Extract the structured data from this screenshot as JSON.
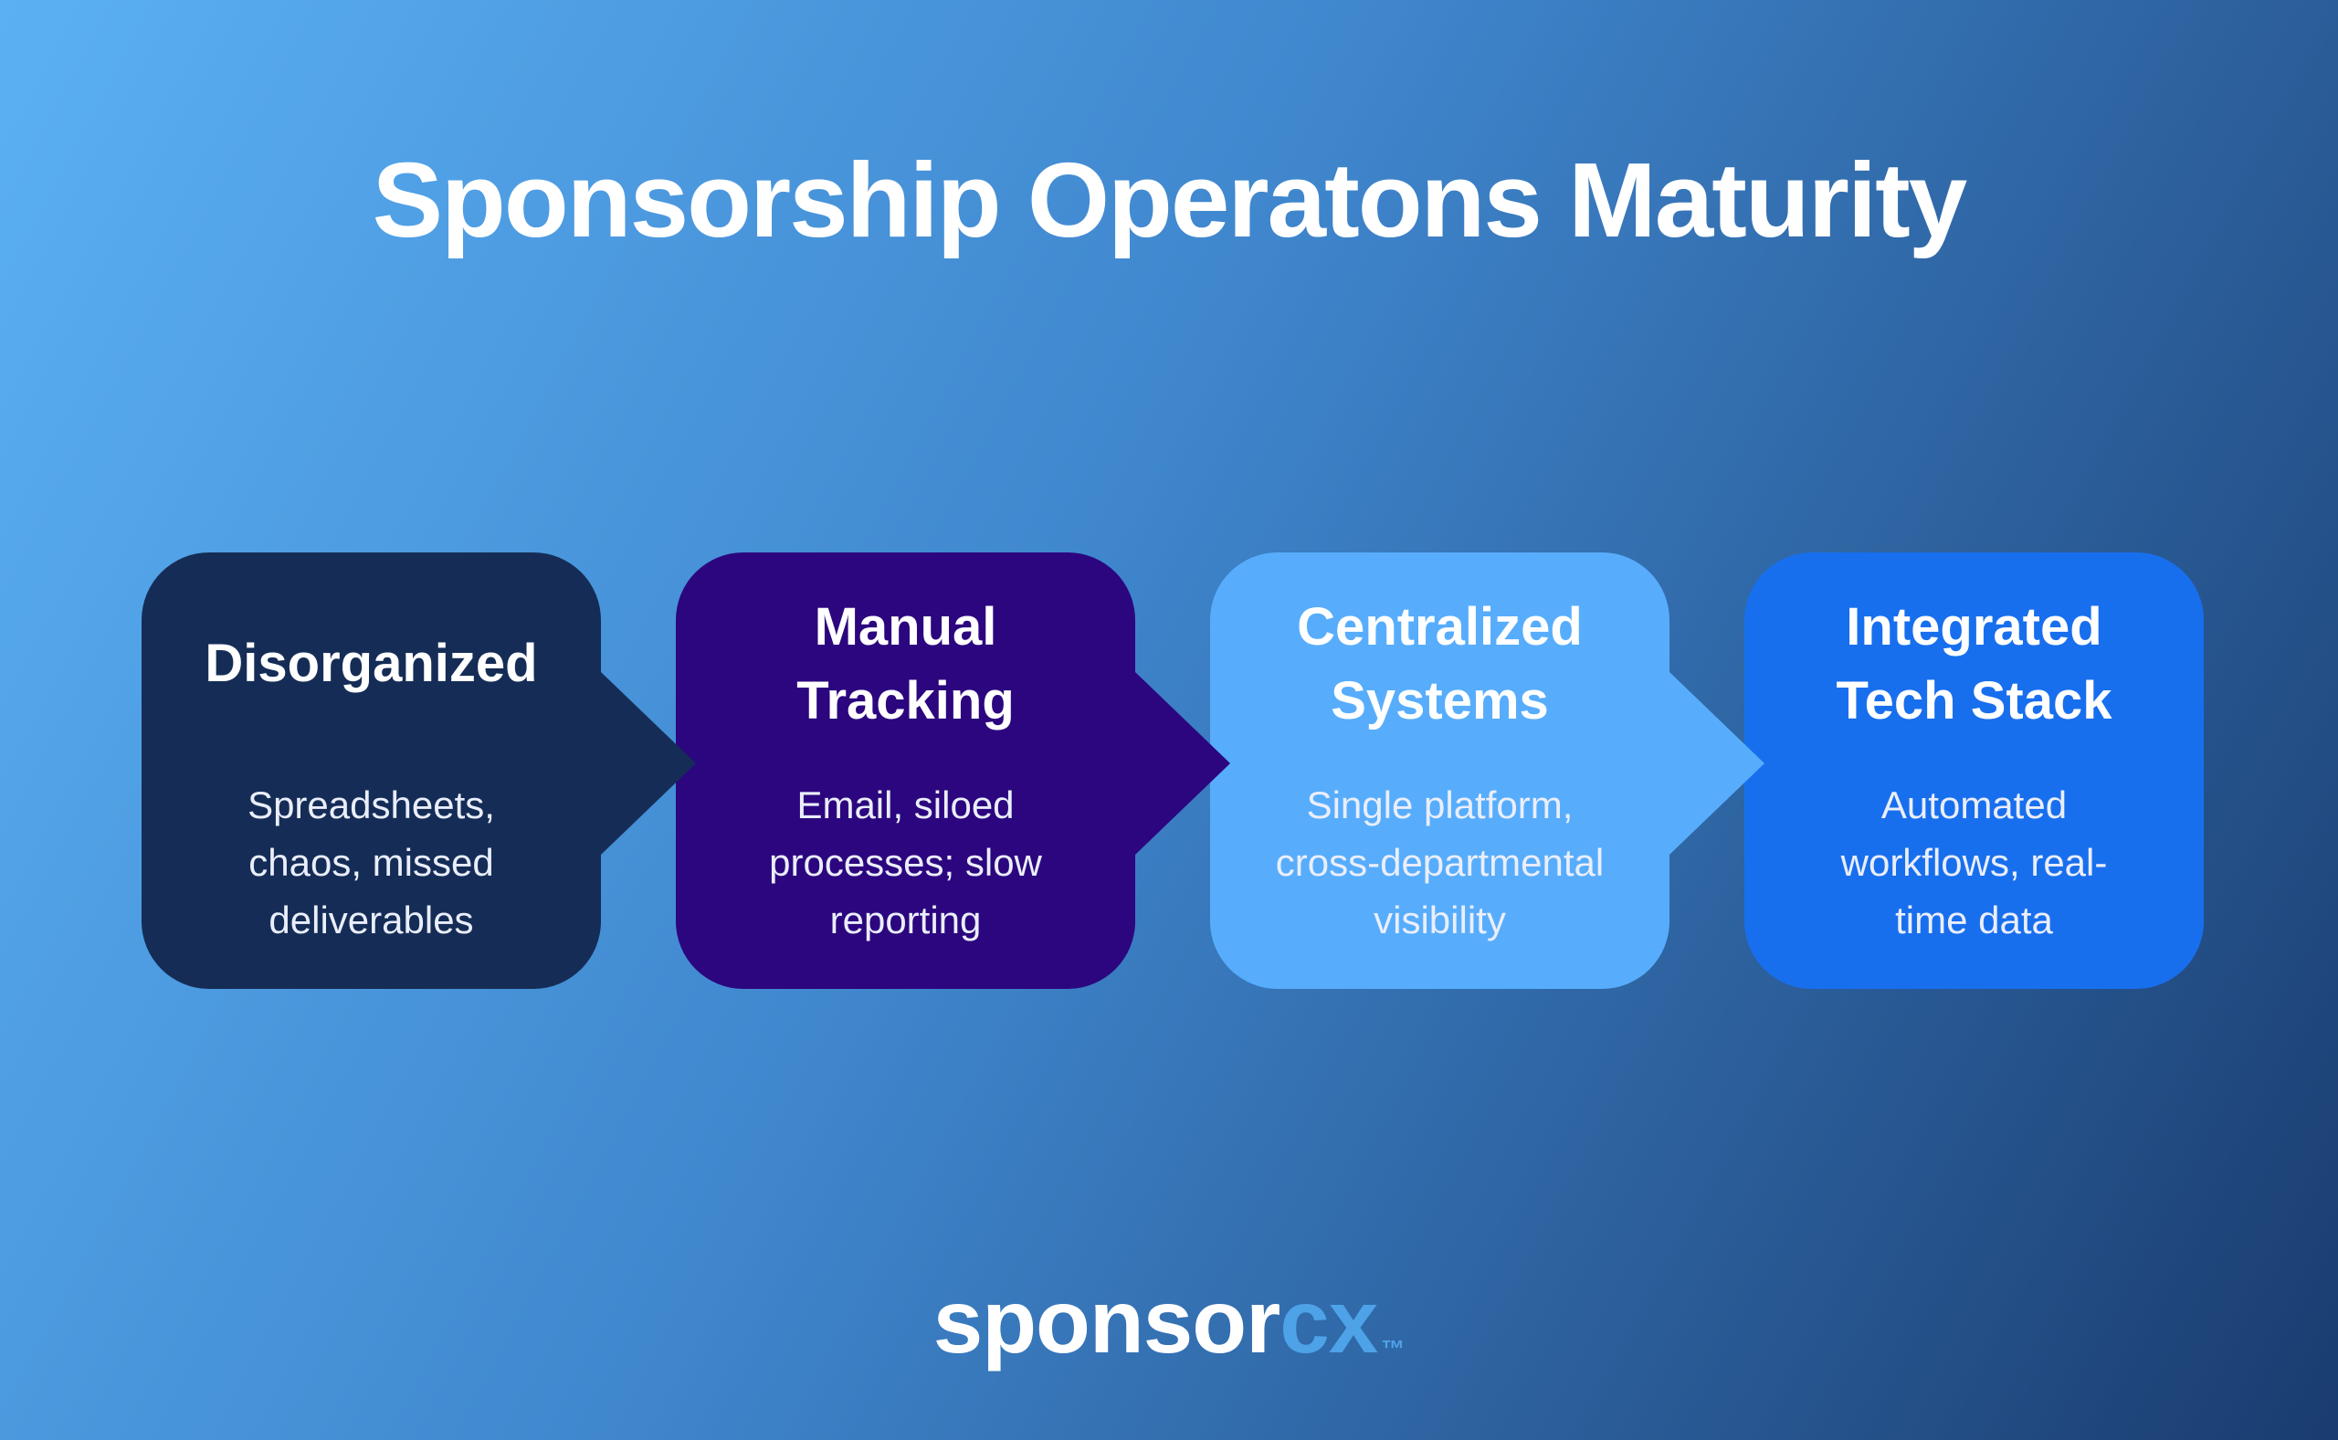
{
  "title": "Sponsorship Operatons Maturity",
  "stages": [
    {
      "heading": "Disorganized",
      "body": "Spreadsheets,\nchaos, missed\ndeliverables",
      "color": "#152d56",
      "has_arrow": true
    },
    {
      "heading": "Manual\nTracking",
      "body": "Email, siloed\nprocesses; slow\nreporting",
      "color": "#2c067e",
      "has_arrow": true
    },
    {
      "heading": "Centralized\nSystems",
      "body": "Single platform,\ncross-departmental\nvisibility",
      "color": "#57adfc",
      "has_arrow": true
    },
    {
      "heading": "Integrated\nTech Stack",
      "body": "Automated\nworkflows, real-\ntime data",
      "color": "#186fee",
      "has_arrow": false
    }
  ],
  "logo": {
    "part1": "sponsor",
    "part2": "cx",
    "trademark": "™",
    "part1_color": "#ffffff",
    "part2_color": "#4da2e8"
  },
  "colors": {
    "title_text": "#ffffff",
    "stage_heading_text": "#ffffff",
    "stage_body_text": "#eaeefb",
    "background_gradient_start": "#5bb0f4",
    "background_gradient_mid": "#3f86cd",
    "background_gradient_end": "#1a3c6f"
  }
}
